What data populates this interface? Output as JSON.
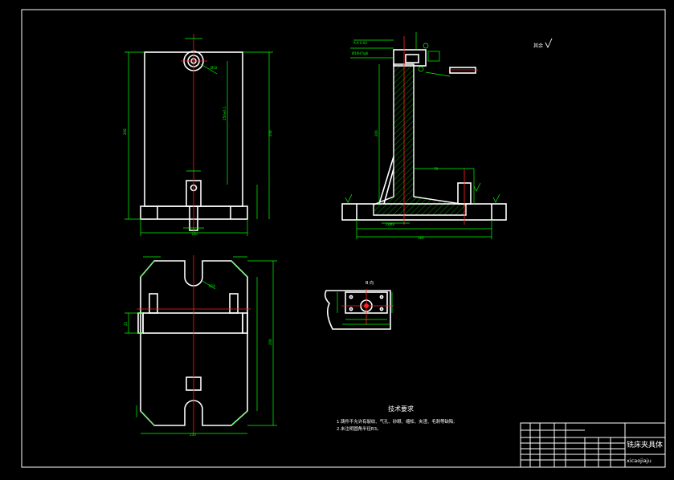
{
  "drawing": {
    "title_cn": "铣床夹具体",
    "title_pinyin": "xicaojiaju",
    "roughness_prefix": "其余",
    "view_label": "B 向"
  },
  "tech_requirements": {
    "title": "技术要求",
    "items": [
      "1.铸件不允许有裂纹、气孔、砂眼、缩松、夹渣、毛刺等缺陷;",
      "2.未注明圆角半径R3。"
    ]
  },
  "colors": {
    "background": "#000000",
    "outline": "#ffffff",
    "dimension": "#00ff00",
    "centerline": "#ff2020",
    "hatch": "#00ff00"
  }
}
